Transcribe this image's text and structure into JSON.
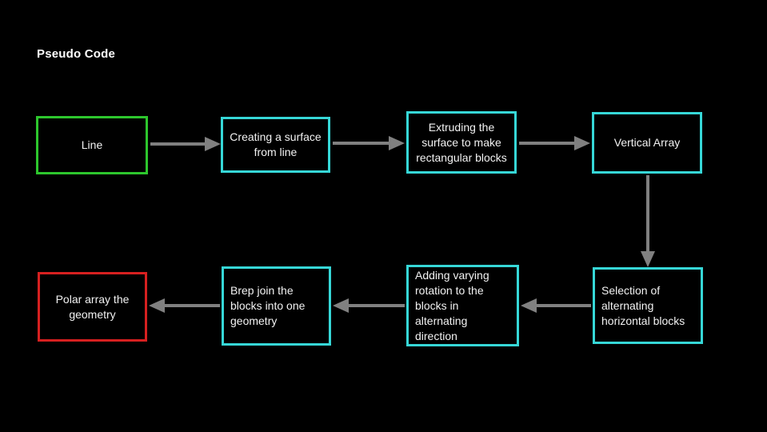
{
  "title": "Pseudo Code",
  "colors": {
    "background": "#000000",
    "text": "#f2f2f2",
    "title_text": "#ffffff",
    "start_border": "#2dc62d",
    "process_border": "#36d7d7",
    "end_border": "#d62020",
    "arrow": "#808080"
  },
  "flowchart": {
    "boxes": [
      {
        "id": "line",
        "label": "Line",
        "type": "start",
        "align": "center"
      },
      {
        "id": "surface",
        "label": "Creating a surface from line",
        "type": "process",
        "align": "center"
      },
      {
        "id": "extrude",
        "label": "Extruding the surface to make rectangular blocks",
        "type": "process",
        "align": "center"
      },
      {
        "id": "vertical-array",
        "label": "Vertical Array",
        "type": "process",
        "align": "center"
      },
      {
        "id": "selection",
        "label": "Selection of alternating horizontal blocks",
        "type": "process",
        "align": "left"
      },
      {
        "id": "rotation",
        "label": "Adding varying rotation to the blocks in alternating direction",
        "type": "process",
        "align": "left"
      },
      {
        "id": "brep-join",
        "label": "Brep join the blocks into one geometry",
        "type": "process",
        "align": "left"
      },
      {
        "id": "polar-array",
        "label": "Polar array the geometry",
        "type": "end",
        "align": "center"
      }
    ],
    "arrows": [
      {
        "from": "line",
        "to": "surface",
        "direction": "right"
      },
      {
        "from": "surface",
        "to": "extrude",
        "direction": "right"
      },
      {
        "from": "extrude",
        "to": "vertical-array",
        "direction": "right"
      },
      {
        "from": "vertical-array",
        "to": "selection",
        "direction": "down"
      },
      {
        "from": "selection",
        "to": "rotation",
        "direction": "left"
      },
      {
        "from": "rotation",
        "to": "brep-join",
        "direction": "left"
      },
      {
        "from": "brep-join",
        "to": "polar-array",
        "direction": "left"
      }
    ]
  }
}
